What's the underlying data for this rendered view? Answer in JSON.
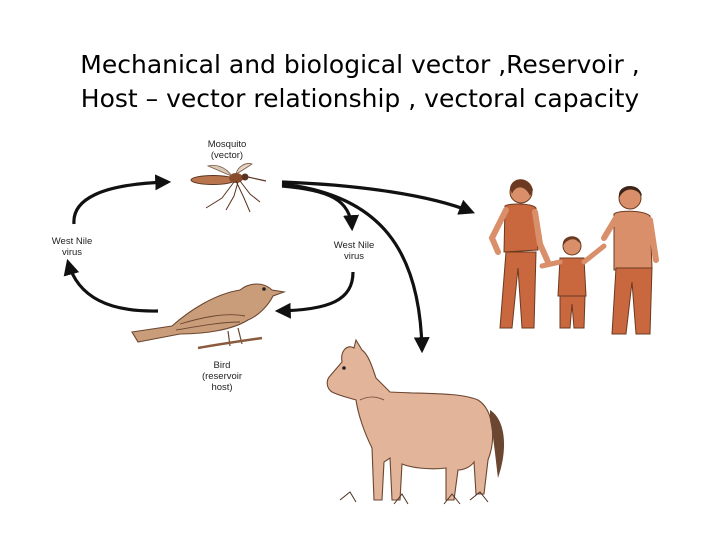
{
  "slide": {
    "title_line1": "Mechanical and biological vector ,Reservoir ,",
    "title_line2": "Host – vector relationship , vectoral capacity"
  },
  "diagram": {
    "mosquito": {
      "name": "Mosquito",
      "role": "(vector)"
    },
    "virus_left": {
      "line1": "West Nile",
      "line2": "virus"
    },
    "virus_right": {
      "line1": "West Nile",
      "line2": "virus"
    },
    "bird": {
      "name": "Bird",
      "role_line1": "(reservoir",
      "role_line2": "host)"
    }
  },
  "colors": {
    "human_skin": "#d98f6a",
    "human_shirt": "#c9683f",
    "horse": "#e2b49a",
    "bird": "#c99d7a",
    "arrow": "#111111"
  }
}
